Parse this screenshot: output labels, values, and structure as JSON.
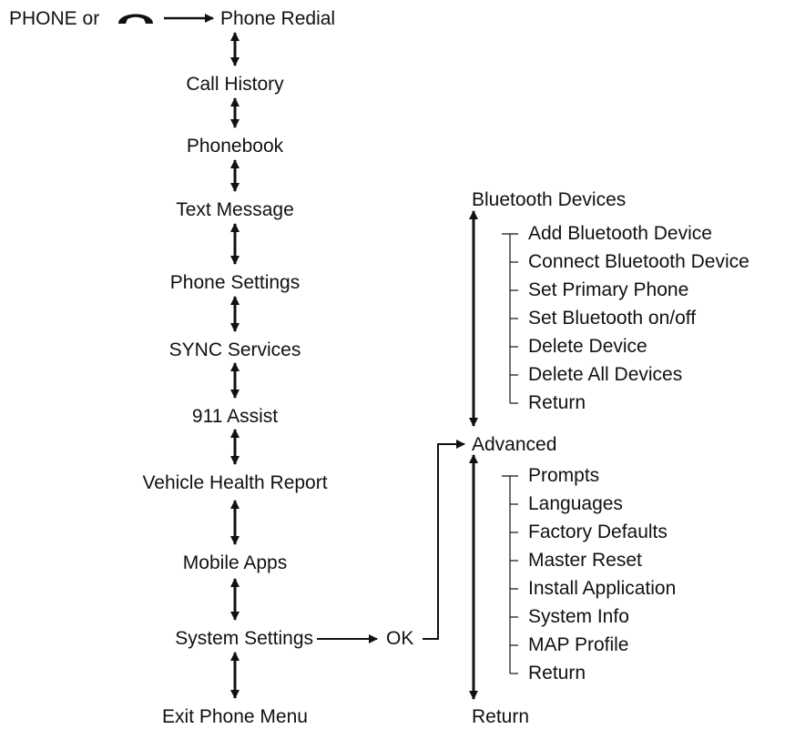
{
  "diagram": {
    "start": {
      "label": "PHONE or",
      "icon": "phone-handset-icon"
    },
    "main_menu": [
      "Phone Redial",
      "Call History",
      "Phonebook",
      "Text Message",
      "Phone Settings",
      "SYNC Services",
      "911 Assist",
      "Vehicle Health Report",
      "Mobile Apps",
      "System Settings",
      "Exit Phone Menu"
    ],
    "ok_label": "OK",
    "system_settings": {
      "top": "Bluetooth Devices",
      "middle": "Advanced",
      "bottom": "Return",
      "bluetooth_devices_items": [
        "Add Bluetooth Device",
        "Connect Bluetooth Device",
        "Set Primary Phone",
        "Set Bluetooth on/off",
        "Delete Device",
        "Delete All Devices",
        "Return"
      ],
      "advanced_items": [
        "Prompts",
        "Languages",
        "Factory Defaults",
        "Master Reset",
        "Install Application",
        "System Info",
        "MAP Profile",
        "Return"
      ]
    }
  }
}
